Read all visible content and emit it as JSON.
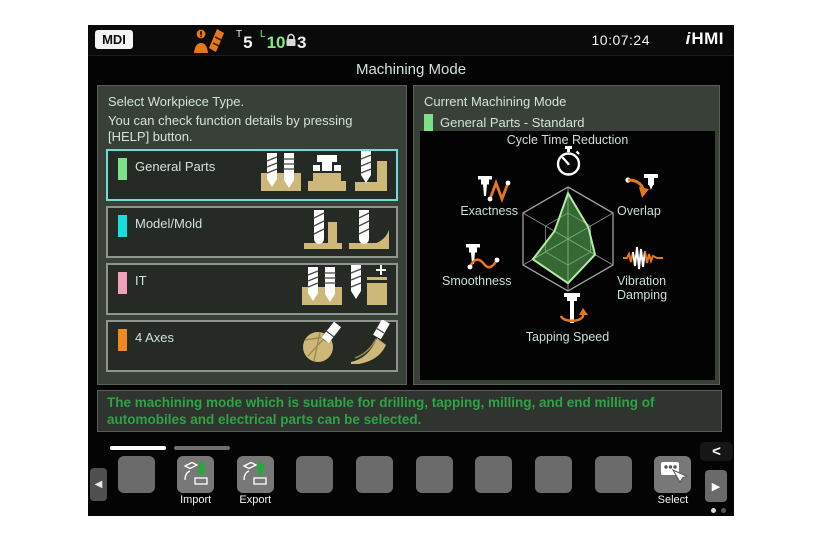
{
  "statusbar": {
    "mode_badge": "MDI",
    "alarm_icon": "operator-alarm-icon",
    "tool_label": "T",
    "tool_value": "5",
    "life_label": "L",
    "life_value": "10",
    "lock_icon": "lock-icon",
    "lock_value": "3",
    "clock": "10:07:24",
    "brand_i": "i",
    "brand_rest": "HMI"
  },
  "title": "Machining Mode",
  "left_panel": {
    "heading": "Select Workpiece Type.",
    "subheading": "You can check function details by pressing [HELP] button.",
    "items": [
      {
        "label": "General Parts",
        "marker_color": "#7ee089",
        "selected": true,
        "icons": [
          "drill-and-tap-block-icon",
          "clamp-press-icon",
          "corner-mill-icon"
        ]
      },
      {
        "label": "Model/Mold",
        "marker_color": "#19dede",
        "selected": false,
        "icons": [
          "ball-mill-step-icon",
          "ball-mill-ramp-icon"
        ]
      },
      {
        "label": "IT",
        "marker_color": "#f2a0bc",
        "selected": false,
        "icons": [
          "drill-and-tap-block-icon",
          "mill-finished-block-icon"
        ]
      },
      {
        "label": "4 Axes",
        "marker_color": "#f08a1e",
        "selected": false,
        "icons": [
          "rotary-part-mill-icon",
          "curved-surface-mill-icon"
        ]
      }
    ]
  },
  "right_panel": {
    "heading": "Current Machining Mode",
    "current_mode": "General Parts - Standard",
    "marker_color": "#7ee089"
  },
  "chart_data": {
    "type": "radar",
    "categories": [
      "Cycle Time Reduction",
      "Overlap",
      "Vibration Damping",
      "Tapping Speed",
      "Smoothness",
      "Exactness"
    ],
    "values": [
      0.88,
      0.45,
      0.6,
      0.85,
      0.78,
      0.3
    ],
    "value_max": 1,
    "grid_rings": [
      0.5,
      1
    ],
    "grid_color": "#a0a0a0",
    "fill_color": "rgba(105,205,100,0.5)",
    "stroke_color": "#b2eca6",
    "accent_orange": "#e8761a",
    "axis_icons": [
      "stopwatch-icon",
      "overlap-icon",
      "vibration-damping-icon",
      "tapping-speed-icon",
      "smoothness-icon",
      "exactness-icon"
    ],
    "legend_position": "none",
    "background": "#030303"
  },
  "message": {
    "text": "The machining mode which is suitable for drilling, tapping, milling, and end milling of automobiles and electrical parts can be selected."
  },
  "toolbar": {
    "page_indicator": {
      "pages": 2,
      "active_page": 1
    },
    "prev_arrow": "◀",
    "next_arrow": "▶",
    "back_arrow": "<",
    "buttons": [
      {
        "label": ""
      },
      {
        "label": "Import",
        "icon": "import-icon"
      },
      {
        "label": "Export",
        "icon": "export-icon"
      },
      {
        "label": ""
      },
      {
        "label": ""
      },
      {
        "label": ""
      },
      {
        "label": ""
      },
      {
        "label": ""
      },
      {
        "label": ""
      },
      {
        "label": "Select",
        "icon": "select-hand-icon"
      }
    ]
  }
}
